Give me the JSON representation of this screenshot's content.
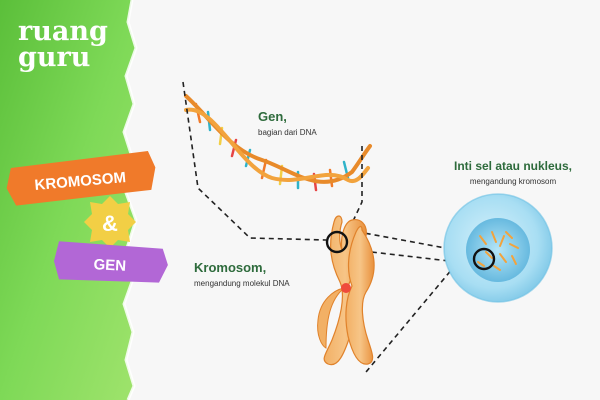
{
  "brand": {
    "line1": "ruang",
    "line2": "guru"
  },
  "topic": {
    "word1": "KROMOSOM",
    "ampersand": "&",
    "word2": "GEN"
  },
  "labels": {
    "gene_title": "Gen,",
    "gene_subtitle": "bagian dari DNA",
    "chromosome_title": "Kromosom,",
    "chromosome_subtitle": "mengandung molekul DNA",
    "nucleus_title": "Inti sel atau nukleus,",
    "nucleus_subtitle": "mengandung kromosom"
  },
  "colors": {
    "green_panel": "#7ed957",
    "orange_tag": "#f07a2a",
    "purple_tag": "#b267d6",
    "gold_badge": "#f2cf45",
    "label_green": "#2e6b3c",
    "dna_orange": "#e88a2a",
    "chromosome": "#f0a24e",
    "nucleus": "#8fd1ee"
  },
  "icons": {
    "dna": "dna-helix-icon",
    "chromosome": "chromosome-icon",
    "nucleus": "cell-nucleus-icon"
  }
}
